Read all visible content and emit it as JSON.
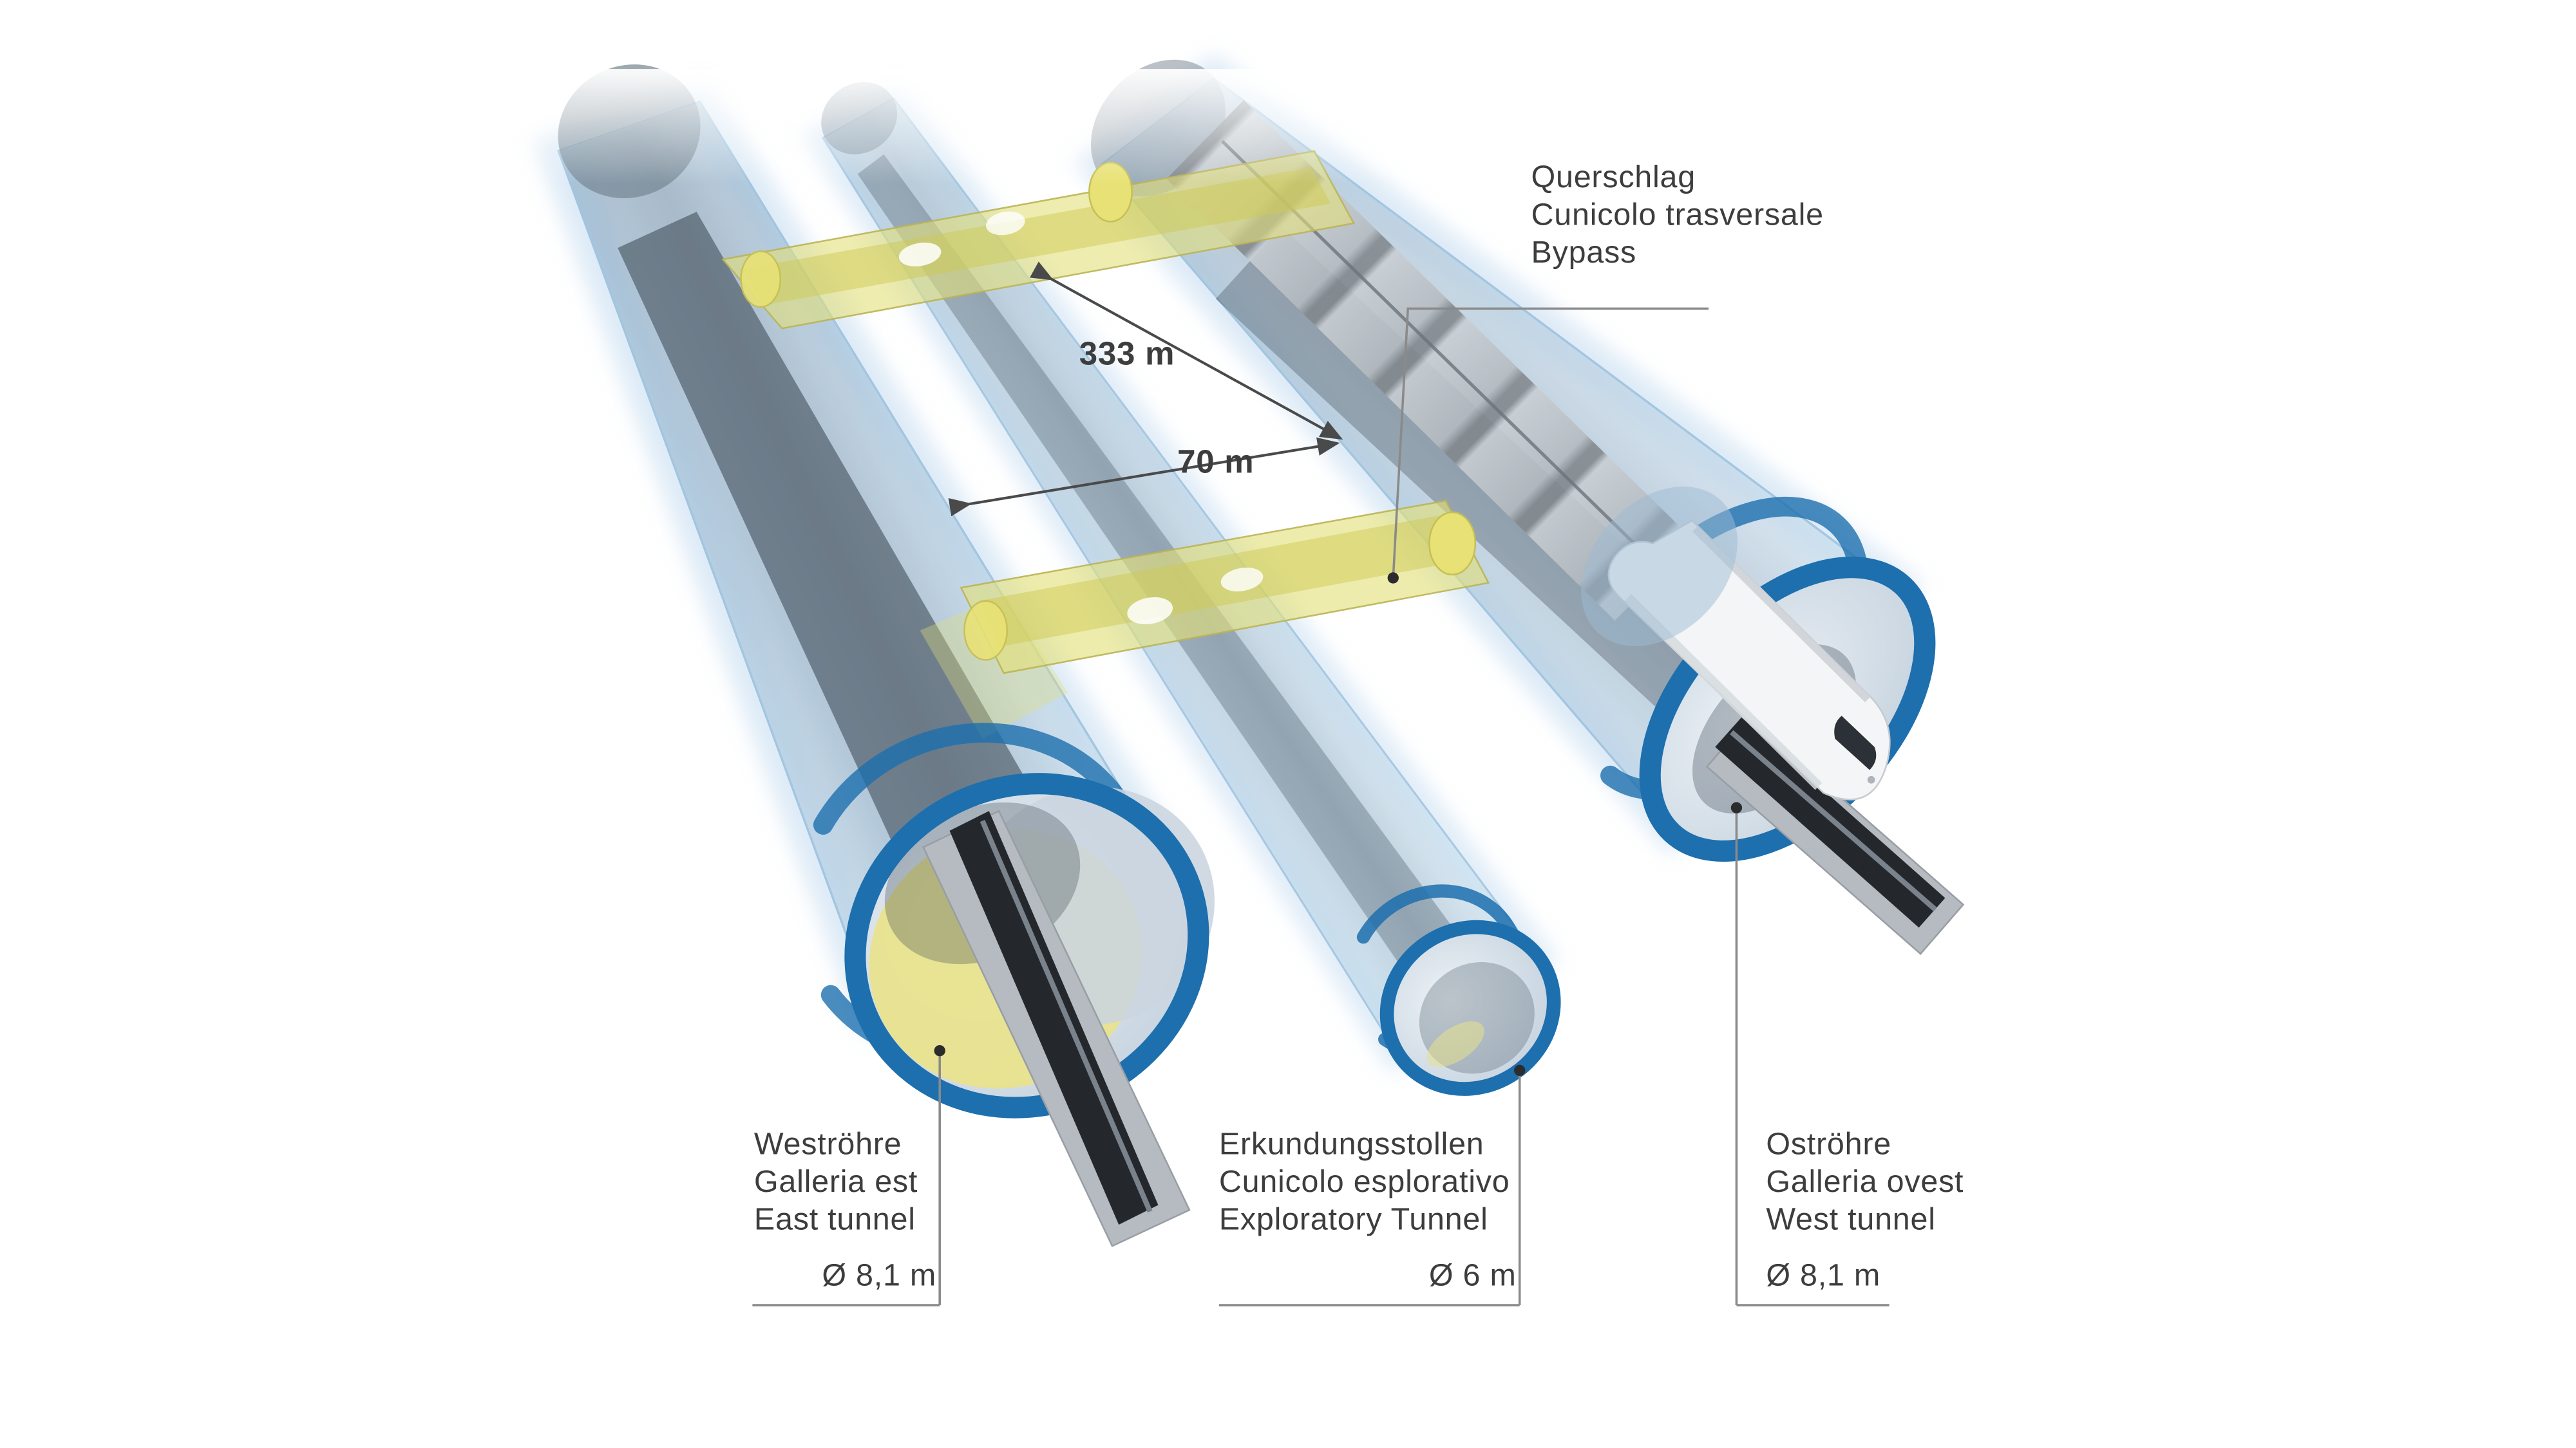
{
  "colors": {
    "text": "#3d3d3d",
    "ring_blue": "#1d6fae",
    "tube_blue": "#9fc2da",
    "passage_fill": "#e3e079",
    "leader_gray": "#8a8a8a",
    "arrow_gray": "#4a4a4a"
  },
  "bypass_callout": {
    "lines": [
      "Querschlag",
      "Cunicolo trasversale",
      "Bypass"
    ]
  },
  "measurements": {
    "spacing_along": "333 m",
    "spacing_between": "70 m"
  },
  "tunnels": {
    "west_tube": {
      "lines": [
        "Weströhre",
        "Galleria est",
        "East tunnel"
      ],
      "diameter": "Ø 8,1 m"
    },
    "exploratory": {
      "lines": [
        "Erkundungsstollen",
        "Cunicolo esplorativo",
        "Exploratory Tunnel"
      ],
      "diameter": "Ø 6 m"
    },
    "east_tube": {
      "lines": [
        "Oströhre",
        "Galleria ovest",
        "West tunnel"
      ],
      "diameter": "Ø 8,1 m"
    }
  }
}
